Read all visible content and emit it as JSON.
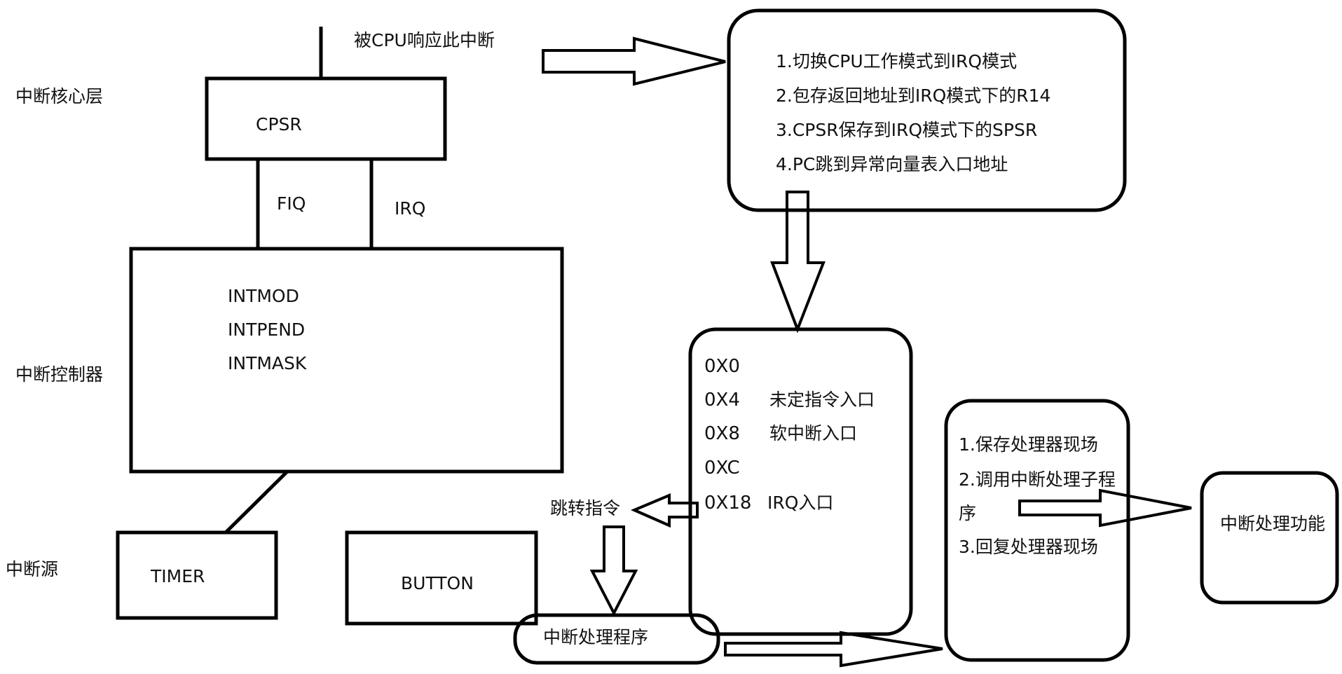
{
  "layers": {
    "core": "中断核心层",
    "controller": "中断控制器",
    "source": "中断源"
  },
  "cpu_response_label": "被CPU响应此中断",
  "cpsr": {
    "label": "CPSR",
    "fiq": "FIQ",
    "irq": "IRQ"
  },
  "controller_regs": [
    "INTMOD",
    "INTPEND",
    "INTMASK"
  ],
  "sources": {
    "timer": "TIMER",
    "button": "BUTTON"
  },
  "cpu_steps": [
    "1.切换CPU工作模式到IRQ模式",
    "2.包存返回地址到IRQ模式下的R14",
    "3.CPSR保存到IRQ模式下的SPSR",
    "4.PC跳到异常向量表入口地址"
  ],
  "vector_table": [
    {
      "addr": "0X0",
      "desc": ""
    },
    {
      "addr": "0X4",
      "desc": "未定指令入口"
    },
    {
      "addr": "0X8",
      "desc": "软中断入口"
    },
    {
      "addr": "0XC",
      "desc": ""
    },
    {
      "addr": "0X18",
      "desc": "IRQ入口"
    }
  ],
  "jump_instruction": "跳转指令",
  "isr_label": "中断处理程序",
  "handler_steps": {
    "step1": "1.保存处理器现场",
    "step2a": "2.调用中断处理子程",
    "step2b": "序",
    "step3": "3.回复处理器现场"
  },
  "handler_function": "中断处理功能"
}
